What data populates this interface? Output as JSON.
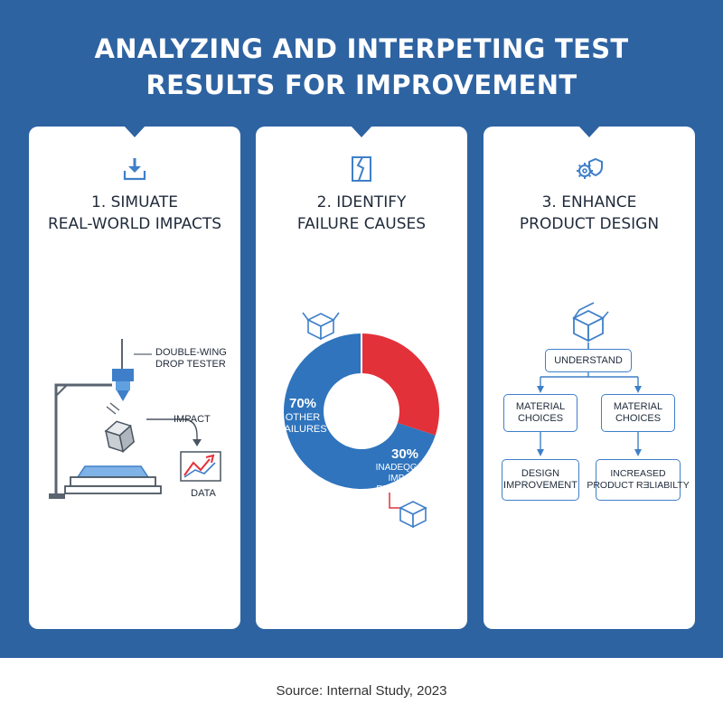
{
  "title_line1": "ANALYZING AND INTERPETING TEST",
  "title_line2": "RESULTS FOR IMPROVEMENT",
  "colors": {
    "banner": "#2e63a2",
    "blue": "#2f74bd",
    "red": "#e3313a",
    "line": "#3f7fc9"
  },
  "cards": [
    {
      "title_line1": "1. SIMUATE",
      "title_line2": "REAL-WORLD IMPACTS",
      "icon": "download-arrow-icon",
      "diagram": {
        "tester_label_line1": "DOUBLE-WING",
        "tester_label_line2": "DROP TESTER",
        "impact_label": "IMPACT",
        "data_label": "DATA"
      }
    },
    {
      "title_line1": "2. IDENTIFY",
      "title_line2": "FAILURE CAUSES",
      "icon": "cracked-document-icon",
      "donut": {
        "slices": [
          {
            "value": 70,
            "pct_label": "70%",
            "label_line1": "OTHER",
            "label_line2": "FAILURES",
            "color": "#2f74bd"
          },
          {
            "value": 30,
            "pct_label": "30%",
            "label_line1": "INADEQGATE",
            "label_line2": "IMPACT",
            "label_line3": "RESISTANCE",
            "color": "#e3313a"
          }
        ]
      }
    },
    {
      "title_line1": "3. ENHANCE",
      "title_line2": "PRODUCT DESIGN",
      "icon": "gear-shield-icon",
      "flow": {
        "top": "UNDERSTAND",
        "left_mid_line1": "MATERIAL",
        "left_mid_line2": "CHOICES",
        "right_mid_line1": "MATERIAL",
        "right_mid_line2": "CHOICES",
        "left_bottom_line1": "DESIGN",
        "left_bottom_line2": "IMPROVEMENT",
        "right_bottom_line1": "INCREASED",
        "right_bottom_line2": "PRODUCT RƎLIABILTY"
      }
    }
  ],
  "source": "Source: Internal Study, 2023"
}
